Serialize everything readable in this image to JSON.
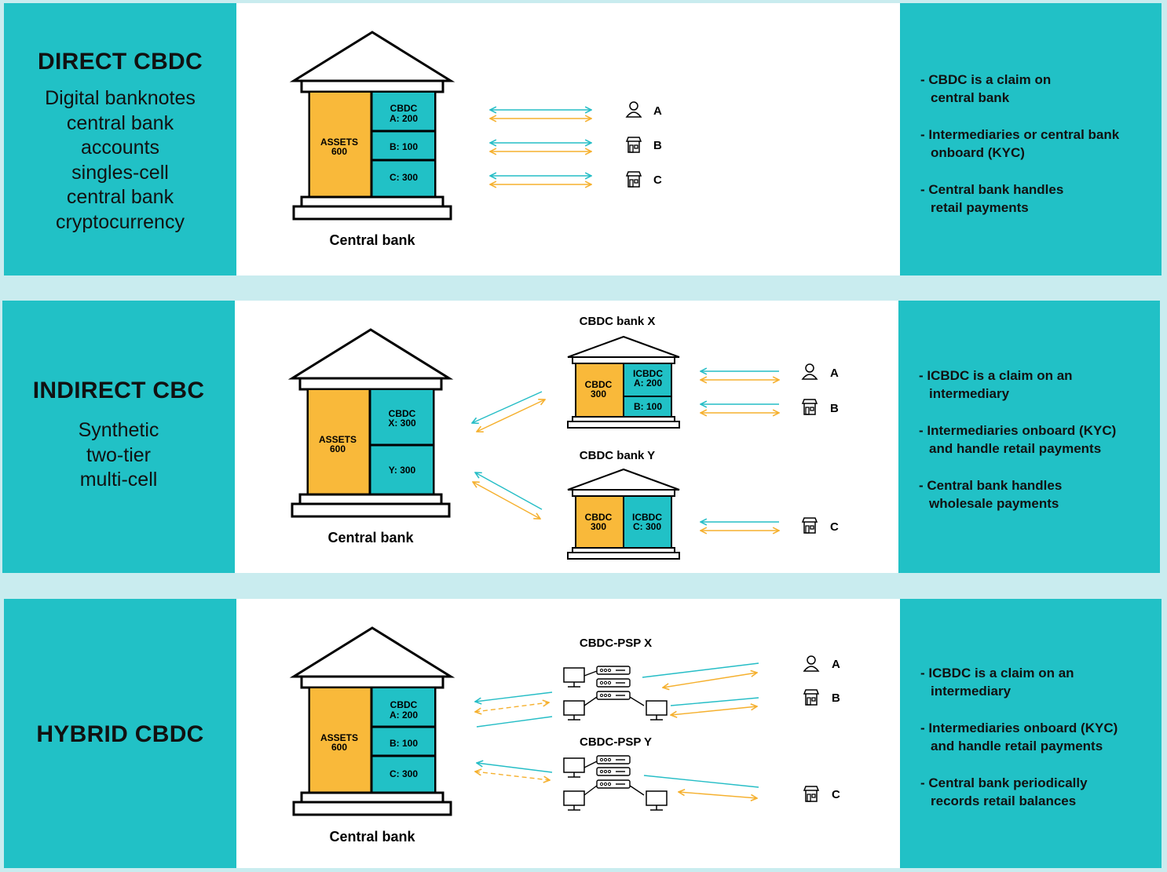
{
  "colors": {
    "teal": "#21c1c6",
    "teal_line": "#25bdc6",
    "orange": "#f9b93a",
    "orange_line": "#f5b02e",
    "background": "#c9ecef"
  },
  "direct": {
    "title": "DIRECT CBDC",
    "subtitle": [
      "Digital banknotes",
      "central bank",
      "accounts",
      "singles-cell",
      "central bank",
      "cryptocurrency"
    ],
    "bank": {
      "label": "Central bank",
      "assets": [
        "ASSETS",
        "600"
      ],
      "cells": [
        [
          "CBDC",
          "A: 200"
        ],
        [
          "B: 100"
        ],
        [
          "C: 300"
        ]
      ]
    },
    "users": [
      {
        "icon": "person-icon",
        "label": "A"
      },
      {
        "icon": "store-icon",
        "label": "B"
      },
      {
        "icon": "store-icon",
        "label": "C"
      }
    ],
    "bullets": [
      [
        "- CBDC is a claim on",
        "central bank"
      ],
      [
        "- Intermediaries or central bank",
        "onboard (KYC)"
      ],
      [
        "- Central bank handles",
        "retail payments"
      ]
    ]
  },
  "indirect": {
    "title": "INDIRECT CBC",
    "subtitle": [
      "Synthetic",
      "two-tier",
      "multi-cell"
    ],
    "bank": {
      "label": "Central bank",
      "assets": [
        "ASSETS",
        "600"
      ],
      "cells": [
        [
          "CBDC",
          "X: 300"
        ],
        [
          "Y: 300"
        ]
      ]
    },
    "bank_x": {
      "label": "CBDC bank X",
      "left": [
        "CBDC",
        "300"
      ],
      "cells": [
        [
          "ICBDC",
          "A: 200"
        ],
        [
          "B: 100"
        ]
      ]
    },
    "bank_y": {
      "label": "CBDC bank Y",
      "left": [
        "CBDC",
        "300"
      ],
      "cells": [
        [
          "ICBDC",
          "C: 300"
        ]
      ]
    },
    "users": [
      {
        "icon": "person-icon",
        "label": "A"
      },
      {
        "icon": "store-icon",
        "label": "B"
      },
      {
        "icon": "store-icon",
        "label": "C"
      }
    ],
    "bullets": [
      [
        "- ICBDC is a claim on an",
        "intermediary"
      ],
      [
        "- Intermediaries onboard (KYC)",
        "and handle retail payments"
      ],
      [
        "- Central bank handles",
        "wholesale payments"
      ]
    ]
  },
  "hybrid": {
    "title": "HYBRID CBDC",
    "bank": {
      "label": "Central bank",
      "assets": [
        "ASSETS",
        "600"
      ],
      "cells": [
        [
          "CBDC",
          "A: 200"
        ],
        [
          "B: 100"
        ],
        [
          "C: 300"
        ]
      ]
    },
    "psp_x": "CBDC-PSP X",
    "psp_y": "CBDC-PSP Y",
    "users": [
      {
        "icon": "person-icon",
        "label": "A"
      },
      {
        "icon": "store-icon",
        "label": "B"
      },
      {
        "icon": "store-icon",
        "label": "C"
      }
    ],
    "bullets": [
      [
        "- ICBDC is a claim on an",
        "intermediary"
      ],
      [
        "- Intermediaries onboard (KYC)",
        "and handle retail payments"
      ],
      [
        "- Central bank periodically",
        "records retail balances"
      ]
    ]
  }
}
